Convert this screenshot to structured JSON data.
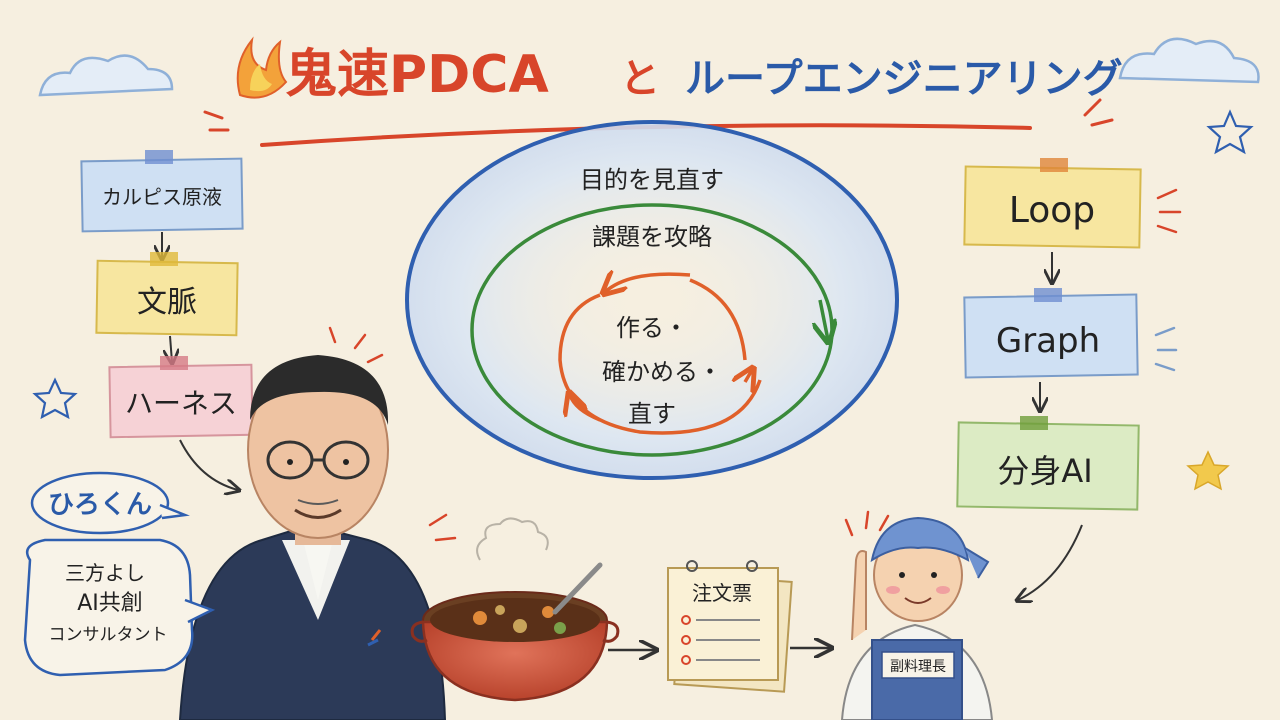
{
  "title": {
    "part1": "鬼速PDCA",
    "connector": "と",
    "part2": "ループエンジニアリング"
  },
  "left_chain": [
    "カルピス原液",
    "文脈",
    "ハーネス"
  ],
  "right_chain": [
    "Loop",
    "Graph",
    "分身AI"
  ],
  "cycle": {
    "outer": "目的を見直す",
    "middle": "課題を攻略",
    "inner": [
      "作る・",
      "確かめる・",
      "直す"
    ]
  },
  "person": {
    "name": "ひろくん",
    "role_lines": [
      "三方よし",
      "AI共創",
      "コンサルタント"
    ]
  },
  "flow": {
    "order_ticket": "注文票",
    "chef_badge": "副料理長"
  },
  "colors": {
    "title_red": "#d8452a",
    "title_blue": "#2a5aa8",
    "outer_ring": "#2f5fb0",
    "middle_ring": "#3a8a3a",
    "inner_ring": "#e0602a",
    "note_blue": "#cfe0f3",
    "note_yellow": "#f7e6a0",
    "note_pink": "#f6d2d6",
    "note_green": "#dcebc4"
  }
}
